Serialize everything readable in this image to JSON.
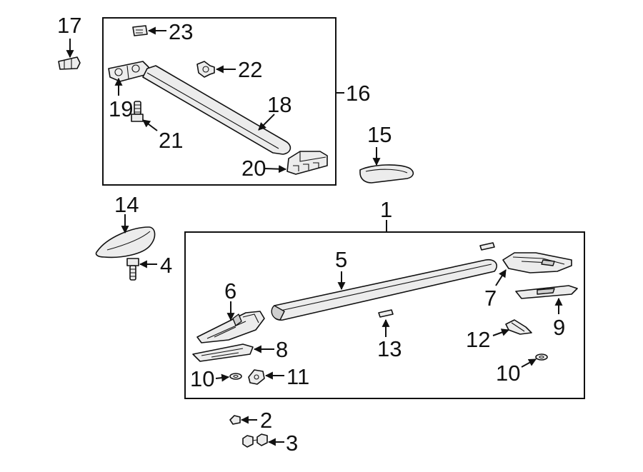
{
  "diagram": {
    "callouts": {
      "c1": "1",
      "c2": "2",
      "c3": "3",
      "c4": "4",
      "c5": "5",
      "c6": "6",
      "c7": "7",
      "c8": "8",
      "c9": "9",
      "c10a": "10",
      "c10b": "10",
      "c11": "11",
      "c12": "12",
      "c13": "13",
      "c14": "14",
      "c15": "15",
      "c16": "16",
      "c17": "17",
      "c18": "18",
      "c19": "19",
      "c20": "20",
      "c21": "21",
      "c22": "22",
      "c23": "23"
    }
  }
}
